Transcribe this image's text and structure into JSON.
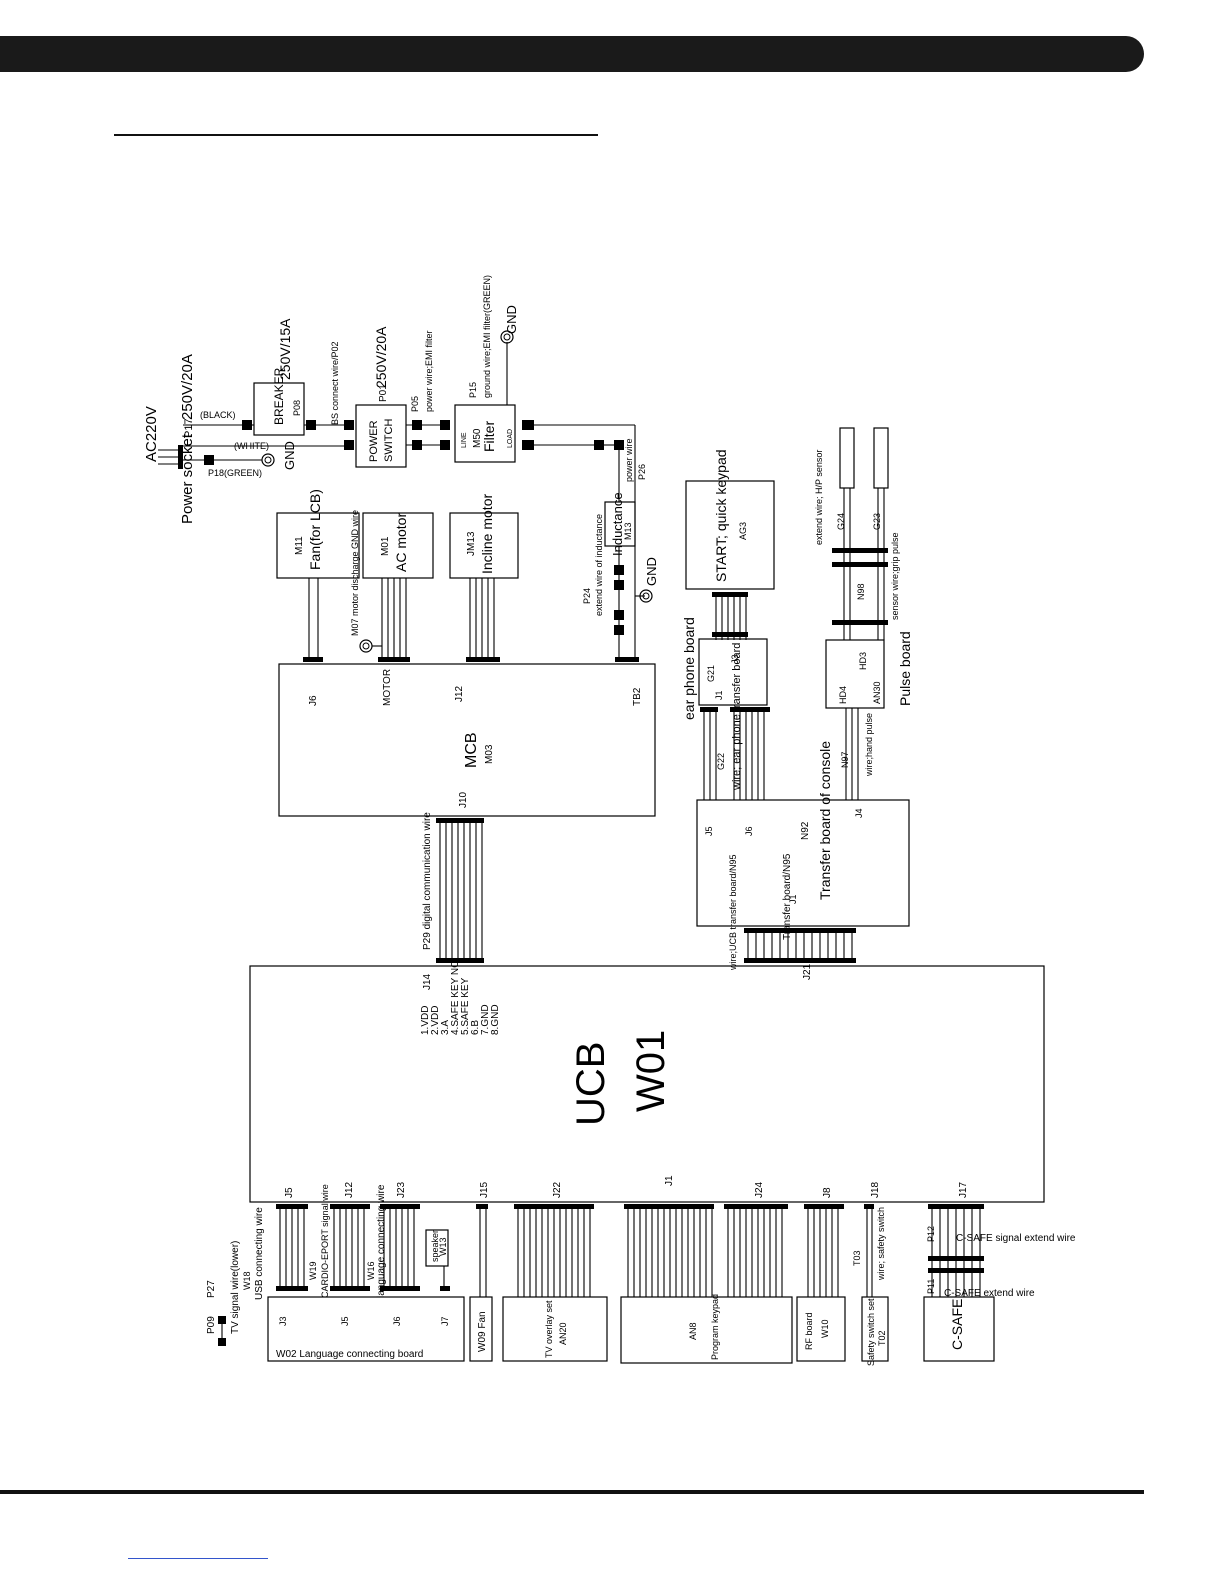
{
  "diagram": {
    "power": {
      "ac": "AC220V",
      "socket": "Power socket",
      "p17": "P17",
      "rating_socket": "250V/20A",
      "black": "(BLACK)",
      "white": "(WHITE)",
      "p18": "P18(GREEN)",
      "gnd": "GND",
      "breaker": "BREAKER",
      "p08": "P08",
      "rating_breaker": "250V/15A",
      "bs": "BS connect wire/P02",
      "switch1": "POWER",
      "switch2": "SWITCH",
      "p01": "P01",
      "rating_switch": "250V/20A",
      "p05": "P05",
      "p05_desc": "power wire;EMI filter",
      "filter_line": "LINE",
      "filter_id": "M50",
      "filter": "Filter",
      "filter_load": "LOAD",
      "p15": "P15",
      "p15_desc": "ground wire;EMI filter(GREEN)",
      "p26": "P26",
      "p26_desc": "power wire",
      "inductance": "Inductance",
      "m13": "M13",
      "p24": "P24",
      "p24_desc": "extend wire of inductance"
    },
    "fan": {
      "id": "M11",
      "label": "Fan(for LCB)"
    },
    "acmotor": {
      "id": "M01",
      "label": "AC motor"
    },
    "incline": {
      "id": "JM13",
      "label": "Incline motor"
    },
    "m07": "M07 motor discharge GND wire",
    "mcb": {
      "label": "MCB",
      "id": "M03",
      "j6": "J6",
      "motor": "MOTOR",
      "j12": "J12",
      "j10": "J10",
      "tb2": "TB2"
    },
    "p29": "P29 digital communication wire",
    "ucb": {
      "label": "UCB",
      "id": "W01",
      "j14": "J14",
      "j21": "J21",
      "pins": [
        "1.VDD",
        "2.VDD",
        "3.A",
        "4.SAFE KEY NC",
        "5.SAFE KEY",
        "6.B",
        "7.GND",
        "8.GND"
      ],
      "j5": "J5",
      "j12": "J12",
      "j23": "J23",
      "j15": "J15",
      "j22": "J22",
      "j1": "J1",
      "j24": "J24",
      "j8": "J8",
      "j18": "J18",
      "j17": "J17"
    },
    "keypad": {
      "label": "START; quick keypad",
      "id": "AG3",
      "j3": "J3"
    },
    "earphone": {
      "label": "ear phone board",
      "id": "G21",
      "j1": "J1"
    },
    "g22": "G22",
    "g22_desc": "wire; ear phone transfer board",
    "transfer": {
      "label": "Transfer board of console",
      "id": "N92",
      "j5": "J5",
      "j6": "J6",
      "j4": "J4",
      "j1": "J1",
      "n95": "Transfer board/N95"
    },
    "wire_ucb": "wire;UCB transfer board/N95",
    "sensor": {
      "extend": "extend wire; H/P sensor",
      "g24": "G24",
      "g23": "G23",
      "n98": "N98",
      "grip": "sensor wire;grip pulse"
    },
    "pulse": {
      "label": "Pulse board",
      "id": "AN30",
      "hd3": "HD3",
      "hd4": "HD4"
    },
    "n97": "N97",
    "n97_desc": "wire;hand pulse",
    "bottom": {
      "p09": "P09",
      "p27": "P27",
      "tv_wire": "TV signal wire(lower)",
      "w18": "W18",
      "usb": "USB connecting wire",
      "w19": "W19",
      "cardio": "CARDIO-EPORT signal wire",
      "w16": "W16",
      "lang_wire": "language connecting wire",
      "speaker": "speaker",
      "w13": "W13",
      "w02": "W02 Language connecting board",
      "j3": "J3",
      "j5": "J5",
      "j6": "J6",
      "j7": "J7",
      "w09": "W09 Fan",
      "tv_set": "TV overlay set",
      "an20": "AN20",
      "an8": "AN8",
      "program": "Program keypad",
      "rf": "RF board",
      "w10": "W10",
      "t03": "T03",
      "safety_wire": "wire; safety switch",
      "safety_set": "Safety switch set",
      "t02": "T02",
      "p12": "P12",
      "csafe_signal": "C-SAFE signal extend wire",
      "p11": "P11",
      "csafe_extend": "C-SAFE extend wire",
      "csafe": "C-SAFE"
    }
  }
}
